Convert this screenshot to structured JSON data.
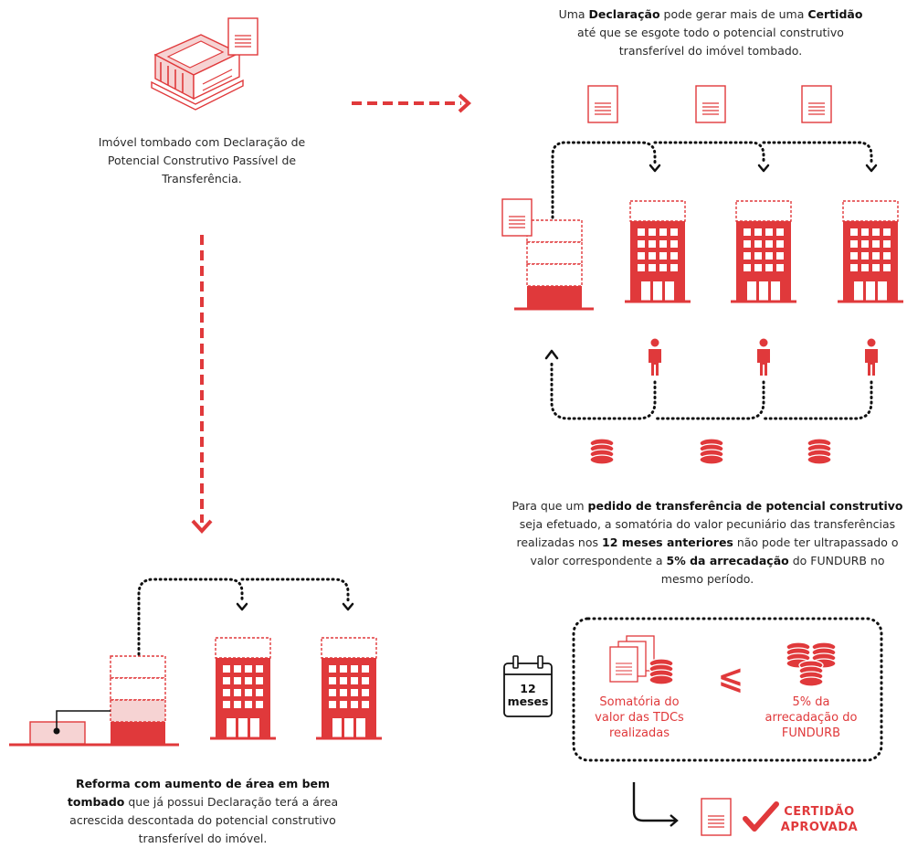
{
  "colors": {
    "accent": "#e0393b",
    "accent_light": "#f6d3d3",
    "ink": "#111111"
  },
  "icons": [
    "document-icon",
    "building-icon",
    "person-icon",
    "coins-icon",
    "calendar-icon",
    "checkmark-icon",
    "arrow-icon"
  ],
  "top_note": {
    "p1": "Uma ",
    "b1": "Declaração",
    "p2": " pode gerar mais de uma ",
    "b2": "Certidão",
    "p3": " até que se esgote todo o potencial construtivo transferível do imóvel tombado."
  },
  "origin_caption": "Imóvel tombado com Declaração de Potencial Construtivo Passível de Transferência.",
  "rule_note": {
    "p1": "Para que um ",
    "b1": "pedido de transferência de potencial construtivo",
    "p2": " seja efetuado, a somatória do valor pecuniário das transferências realizadas nos ",
    "b2": "12 meses anteriores",
    "p3": " não pode ter ultrapassado o valor correspondente a ",
    "b3": "5% da arrecadação",
    "p4": " do FUNDURB no mesmo período."
  },
  "calendar": {
    "number": "12",
    "unit": "meses"
  },
  "comparison": {
    "left": "Somatória do valor das TDCs realizadas",
    "operator": "⩽",
    "right": "5% da arrecadação do FUNDURB"
  },
  "approved": {
    "line1": "CERTIDÃO",
    "line2": "APROVADA"
  },
  "reform_note": {
    "b1": "Reforma com aumento de área em bem tombado",
    "p1": " que já possui Declaração terá a área acrescida descontada do potencial construtivo transferível do imóvel."
  }
}
